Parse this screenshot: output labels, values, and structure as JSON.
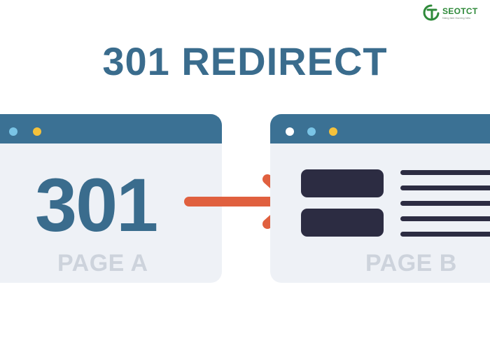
{
  "brand": {
    "name": "SEOTCT",
    "tagline": "Nâng tầm thương hiệu",
    "color": "#2f8a3a"
  },
  "title": "301 REDIRECT",
  "page_a": {
    "code": "301",
    "label": "PAGE A",
    "dots": [
      "#7ac4e6",
      "#f4c13b"
    ]
  },
  "page_b": {
    "label": "PAGE B",
    "dots": [
      "#ffffff",
      "#7ac4e6",
      "#f4c13b"
    ]
  },
  "arrow": {
    "icon": "right-arrow-icon",
    "color": "#e0603f"
  },
  "colors": {
    "accent": "#3a6c8d",
    "titlebar": "#3b7194",
    "window_bg": "#eef1f6",
    "content_dark": "#2c2c42",
    "label_muted": "#cdd3dc"
  }
}
